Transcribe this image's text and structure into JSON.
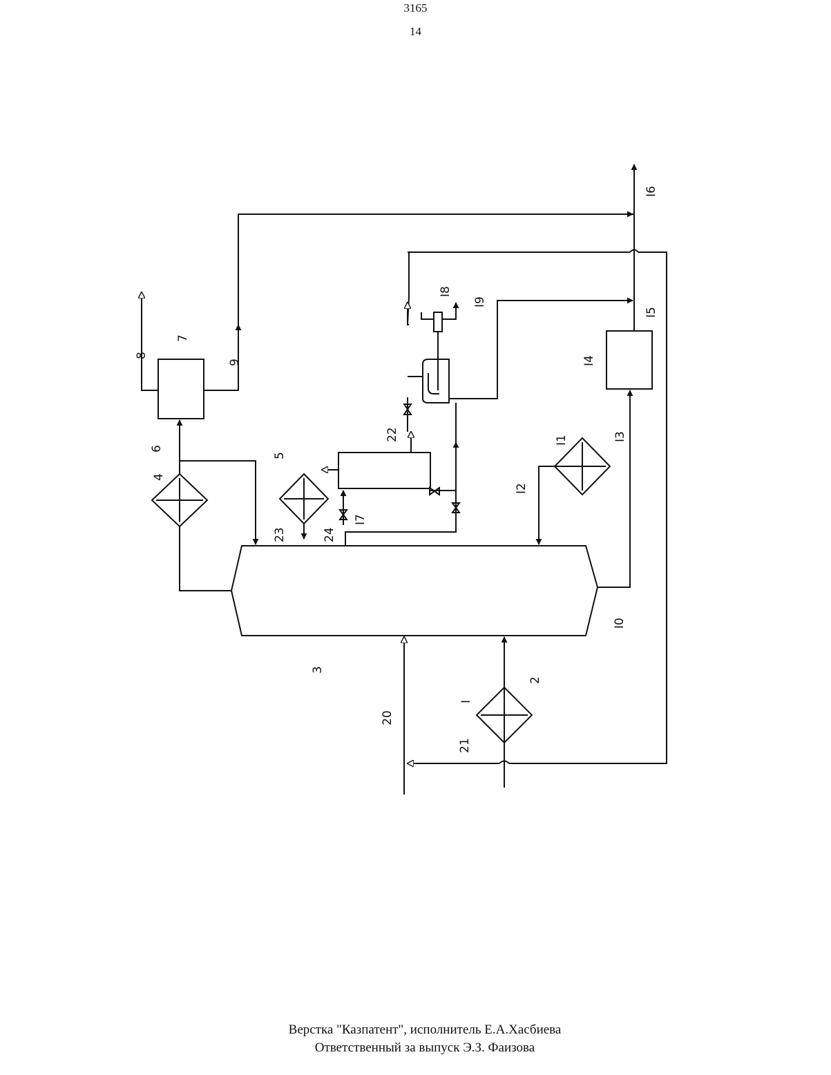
{
  "header": {
    "patent_number": "3165",
    "page_number": "14"
  },
  "diagram": {
    "labels": {
      "n1": "I",
      "n2": "2",
      "n3": "3",
      "n4": "4",
      "n5": "5",
      "n6": "6",
      "n7": "7",
      "n8": "8",
      "n9": "9",
      "n10": "I0",
      "n11": "I1",
      "n12": "I2",
      "n13": "I3",
      "n14": "I4",
      "n15": "I5",
      "n16": "I6",
      "n17": "I7",
      "n18": "I8",
      "n19": "I9",
      "n20": "20",
      "n21": "21",
      "n22": "22",
      "n23": "23",
      "n24": "24"
    }
  },
  "footer": {
    "line1": "Верстка \"Казпатент\", исполнитель  Е.А.Хасбиева",
    "line2": "Ответственный за выпуск Э.З. Фаизова"
  }
}
